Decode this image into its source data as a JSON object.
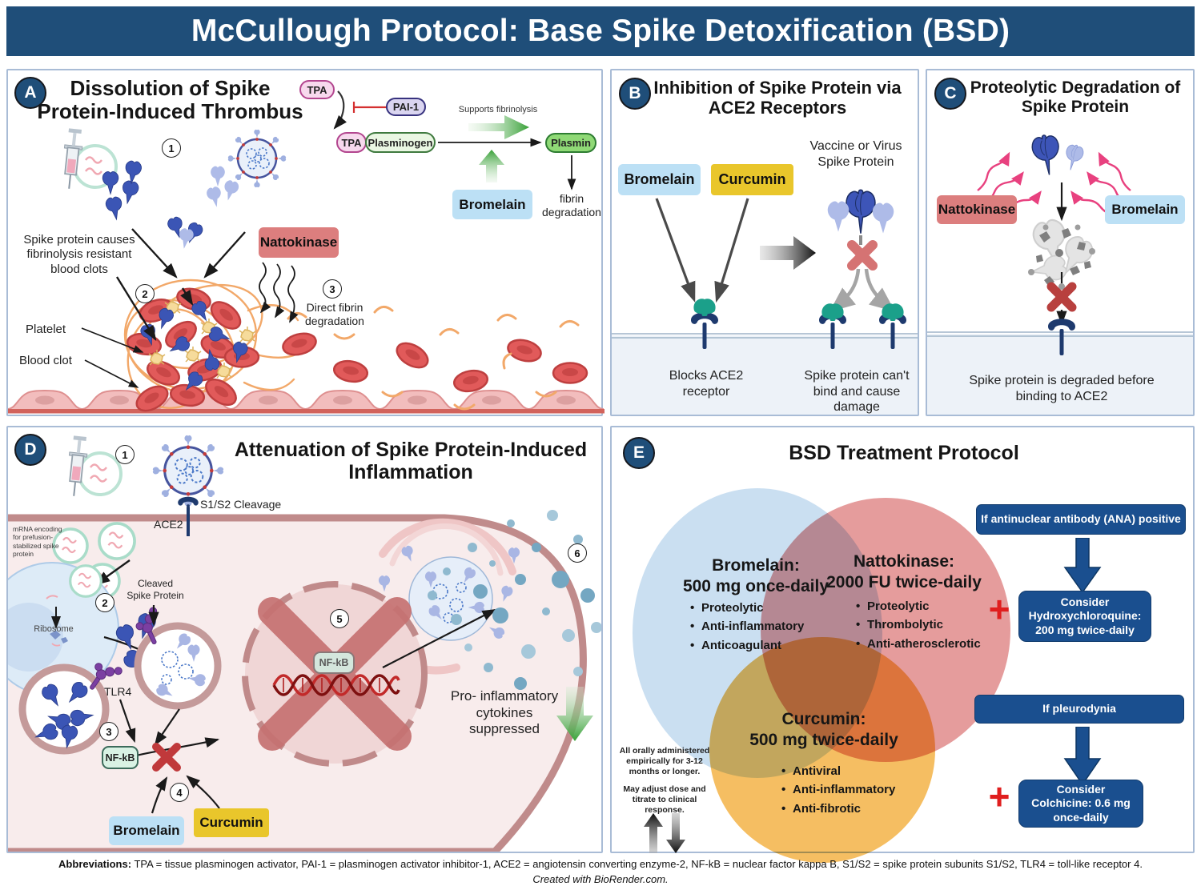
{
  "header": {
    "title": "McCullough Protocol: Base Spike Detoxification (BSD)"
  },
  "panel_a": {
    "label": "A",
    "title": "Dissolution of Spike Protein-Induced Thrombus",
    "steps": [
      "1",
      "2",
      "3"
    ],
    "pathway": {
      "tpa": "TPA",
      "pai1": "PAI-1",
      "tpa_b": "TPA",
      "plasminogen": "Plasminogen",
      "plasmin": "Plasmin",
      "supports_fibrinolysis": "Supports fibrinolysis",
      "bromelain": "Bromelain",
      "fibrin_degradation": "fibrin degradation"
    },
    "nattokinase": "Nattokinase",
    "direct_fibrin_degradation": "Direct fibrin degradation",
    "clot_cause_note": "Spike protein causes fibrinolysis resistant blood clots",
    "platelet_label": "Platelet",
    "blood_clot_label": "Blood clot"
  },
  "panel_b": {
    "label": "B",
    "title": "Inhibition of Spike Protein via ACE2 Receptors",
    "bromelain": "Bromelain",
    "curcumin": "Curcumin",
    "vaccine_spike_label": "Vaccine or Virus Spike Protein",
    "blocks_label": "Blocks ACE2 receptor",
    "cant_bind_label": "Spike protein can't bind and cause damage"
  },
  "panel_c": {
    "label": "C",
    "title": "Proteolytic Degradation of Spike Protein",
    "nattokinase": "Nattokinase",
    "bromelain": "Bromelain",
    "degraded_label": "Spike protein is degraded before binding to ACE2"
  },
  "panel_d": {
    "label": "D",
    "title": "Attenuation of Spike Protein-Induced Inflammation",
    "steps": [
      "1",
      "2",
      "3",
      "4",
      "5",
      "6"
    ],
    "s1s2_label": "S1/S2 Cleavage",
    "ace2_label": "ACE2",
    "mrna_label": "mRNA encoding for prefusion- stabilized spike protein",
    "ribosome_label": "Ribosome",
    "cleaved_label": "Cleaved Spike Protein",
    "tlr4_label": "TLR4",
    "nfkb_label": "NF-kB",
    "nfkb_nucleus_label": "NF-kB",
    "bromelain": "Bromelain",
    "curcumin": "Curcumin",
    "cytokines_label": "Pro- inflammatory cytokines suppressed"
  },
  "panel_e": {
    "label": "E",
    "title": "BSD Treatment Protocol",
    "venn": {
      "bromelain": {
        "heading": "Bromelain:",
        "dose": "500 mg once-daily",
        "bullets": [
          "Proteolytic",
          "Anti-inflammatory",
          "Anticoagulant"
        ]
      },
      "nattokinase": {
        "heading": "Nattokinase:",
        "dose": "2000 FU twice-daily",
        "bullets": [
          "Proteolytic",
          "Thrombolytic",
          "Anti-atherosclerotic"
        ]
      },
      "curcumin": {
        "heading": "Curcumin:",
        "dose": "500 mg twice-daily",
        "bullets": [
          "Antiviral",
          "Anti-inflammatory",
          "Anti-fibrotic"
        ]
      }
    },
    "notes": {
      "admin": "All orally administered empirically for 3-12 months or longer.",
      "adjust": "May adjust dose and titrate to clinical response."
    },
    "flow_ana": {
      "condition": "If antinuclear antibody (ANA) positive",
      "plus": "+",
      "recommendation": "Consider Hydroxychloroquine: 200 mg twice-daily"
    },
    "flow_pleurodynia": {
      "condition": "If pleurodynia",
      "plus": "+",
      "recommendation": "Consider Colchicine: 0.6 mg once-daily"
    }
  },
  "footer": {
    "abbreviations_label": "Abbreviations:",
    "abbreviations_text": "TPA = tissue plasminogen activator, PAI-1 = plasminogen activator inhibitor-1, ACE2 = angiotensin converting enzyme-2, NF-kB = nuclear factor kappa B, S1/S2 = spike protein subunits S1/S2, TLR4 = toll-like receptor 4.",
    "credit": "Created with BioRender.com."
  },
  "colors": {
    "header_blue": "#1F4E79",
    "panel_border": "#A9BCD6",
    "dark_blue_box": "#1A4F8F",
    "bromelain_blue": "#BCE0F5",
    "curcumin_yellow": "#E9C62B",
    "nattokinase_red": "#DC7E7E",
    "plus_red": "#E01E1E",
    "venn_blue": "#CADFF1",
    "venn_red": "#E59C9C",
    "venn_orange": "#F5BE62",
    "green_arrow": "#3AA33A",
    "teal_inhibitor": "#1BA08A",
    "navy_receptor": "#1E3A6E",
    "spike_blue": "#3B55B5",
    "clot_red": "#E15A5A",
    "fibrin_orange": "#F2A869"
  }
}
